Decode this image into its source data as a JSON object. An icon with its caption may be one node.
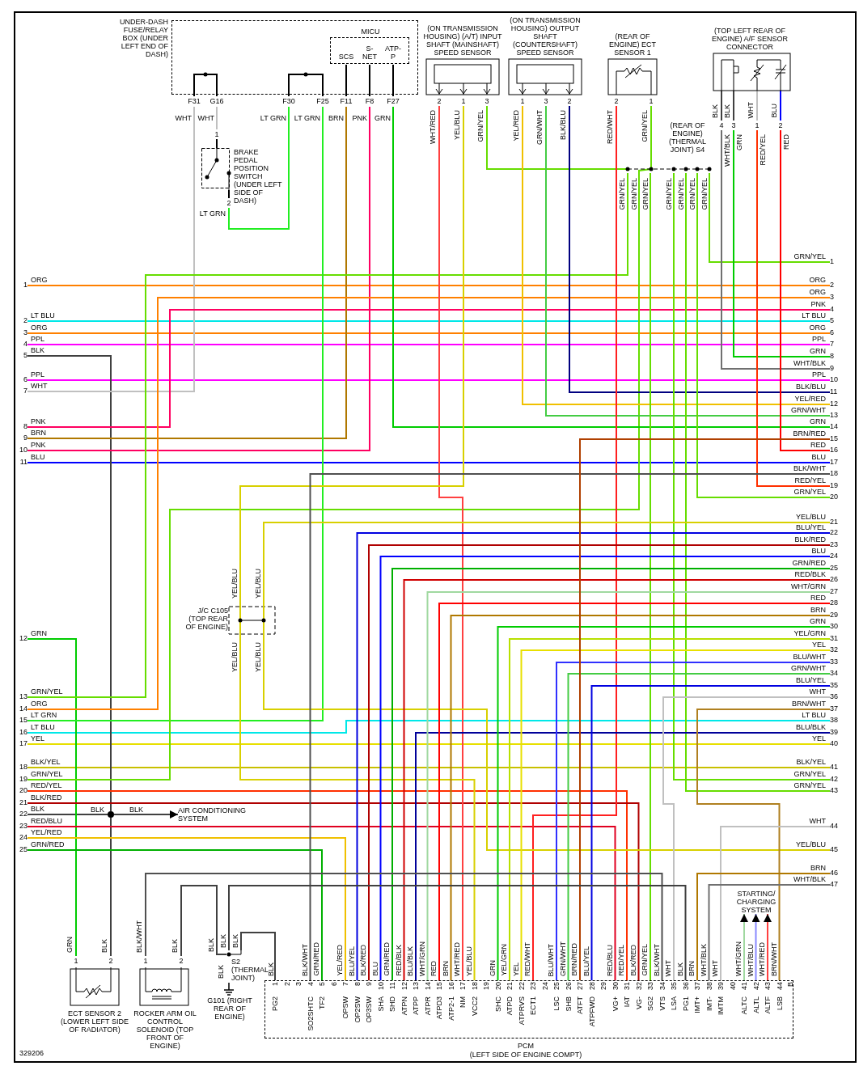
{
  "diagram": {
    "nodes": [
      {
        "text": [
          "UNDER-DASH FUSE/RELAY BOX (UNDER LEFT END OF DASH)"
        ]
      },
      {
        "text": [
          "MICU",
          "SCS",
          "S- NET",
          "ATP- P"
        ],
        "in": 0
      },
      {
        "text": [
          "F31"
        ],
        "beside": [
          "WHT"
        ]
      },
      {
        "text": [
          "G16"
        ],
        "beside": [
          "WHT"
        ]
      },
      {
        "text": [
          "F30"
        ],
        "beside": [
          "LT GRN"
        ]
      },
      {
        "text": [
          "F25"
        ],
        "beside": [
          "LT GRN"
        ]
      },
      {
        "text": [
          "F11"
        ],
        "beside": [
          "BRN"
        ]
      },
      {
        "text": [
          "F8"
        ],
        "beside": [
          "PNK"
        ]
      },
      {
        "text": [
          "F27"
        ],
        "beside": [
          "GRN"
        ]
      },
      {
        "text": [
          "BRAKE PEDAL POSITION SWITCH (UNDER LEFT SIDE OF DASH)"
        ]
      },
      {
        "text": [
          "1"
        ]
      },
      {
        "text": [
          "2"
        ],
        "beside": [
          "LT GRN"
        ]
      },
      {
        "text": [
          "(ON TRANSMISSION HOUSING) (A/T) INPUT SHAFT (MAINSHAFT) SPEED SENSOR"
        ]
      },
      {
        "text": [
          "2"
        ],
        "beside": [
          "WHT/RED"
        ]
      },
      {
        "text": [
          "1"
        ],
        "beside": [
          "YEL/BLU"
        ]
      },
      {
        "text": [
          "3"
        ],
        "beside": [
          "GRN/YEL"
        ]
      },
      {
        "text": [
          "(ON TRANSMISSION HOUSING) OUTPUT SHAFT (COUNTERSHAFT) SPEED SENSOR"
        ]
      },
      {
        "text": [
          "1"
        ],
        "beside": [
          "YEL/RED"
        ]
      },
      {
        "text": [
          "3"
        ],
        "beside": [
          "GRN/WHT"
        ]
      },
      {
        "text": [
          "2"
        ],
        "beside": [
          "BLK/BLU"
        ]
      },
      {
        "text": [
          "(REAR OF ENGINE) ECT SENSOR 1"
        ]
      },
      {
        "text": [
          "2"
        ],
        "beside": [
          "RED/WHT"
        ]
      },
      {
        "text": [
          "1"
        ]
      },
      {
        "text": [
          "(TOP LEFT REAR OF ENGINE) A/F SENSOR CONNECTOR"
        ]
      },
      {
        "text": [
          "4"
        ],
        "beside": [
          "WHT/BLK"
        ]
      },
      {
        "text": [
          "3"
        ],
        "beside": [
          "GRN"
        ]
      },
      {
        "text": [
          "1"
        ],
        "beside": [
          "RED/YEL"
        ]
      },
      {
        "text": [
          "2"
        ],
        "beside": [
          "RED"
        ]
      },
      {
        "text": [
          "(REAR OF ENGINE) (THERMAL JOINT) S4"
        ]
      },
      {
        "text": [
          "J/C C105 (TOP REAR OF ENGINE)"
        ]
      },
      {
        "text": [
          "AIR CONDITIONING SYSTEM"
        ]
      },
      {
        "text": [],
        "shape": "circle"
      },
      {
        "text": [
          "ECT SENSOR 2 (LOWER LEFT SIDE OF RADIATOR)"
        ]
      },
      {
        "text": [
          "1"
        ],
        "beside": [
          "GRN"
        ]
      },
      {
        "text": [
          "2"
        ],
        "beside": [
          "BLK"
        ]
      },
      {
        "text": [
          "ROCKER ARM OIL CONTROL SOLENOID (TOP FRONT OF ENGINE)"
        ]
      },
      {
        "text": [
          "1"
        ],
        "beside": [
          "BLK/WHT"
        ]
      },
      {
        "text": [
          "2"
        ],
        "beside": [
          "BLK"
        ]
      },
      {
        "text": [
          "S2 (THERMAL JOINT)"
        ]
      },
      {
        "text": [
          "G101 (RIGHT REAR OF ENGINE)"
        ]
      },
      {
        "text": [
          "STARTING/ CHARGING SYSTEM"
        ]
      },
      {
        "text": [
          "PCM",
          "(LEFT SIDE OF ENGINE COMPT)"
        ]
      },
      {
        "text": [
          "1",
          "PG2"
        ],
        "in": 41
      },
      {
        "text": [
          "2"
        ],
        "in": 41
      },
      {
        "text": [
          "3"
        ],
        "in": 41
      },
      {
        "text": [
          "4",
          "SO2SHTC"
        ],
        "in": 41,
        "beside": [
          "BLK/WHT"
        ]
      },
      {
        "text": [
          "5",
          "TF2"
        ],
        "in": 41,
        "beside": [
          "GRN/RED"
        ]
      },
      {
        "text": [
          "6"
        ],
        "in": 41
      },
      {
        "text": [
          "7",
          "OPSW"
        ],
        "in": 41,
        "beside": [
          "YEL/RED"
        ]
      },
      {
        "text": [
          "8",
          "OP2SW"
        ],
        "in": 41,
        "beside": [
          "BLU/YEL"
        ]
      },
      {
        "text": [
          "9",
          "OP3SW"
        ],
        "in": 41,
        "beside": [
          "BLK/RED"
        ]
      },
      {
        "text": [
          "10",
          "SHA"
        ],
        "in": 41,
        "beside": [
          "BLU"
        ]
      },
      {
        "text": [
          "11",
          "SHD"
        ],
        "in": 41,
        "beside": [
          "GRN/RED"
        ]
      },
      {
        "text": [
          "12",
          "ATPN"
        ],
        "in": 41,
        "beside": [
          "RED/BLK"
        ]
      },
      {
        "text": [
          "13",
          "ATPP"
        ],
        "in": 41,
        "beside": [
          "BLU/BLK"
        ]
      },
      {
        "text": [
          "14",
          "ATPR"
        ],
        "in": 41,
        "beside": [
          "WHT/GRN"
        ]
      },
      {
        "text": [
          "15",
          "ATPD3"
        ],
        "in": 41,
        "beside": [
          "RED"
        ]
      },
      {
        "text": [
          "16",
          "ATP2-1"
        ],
        "in": 41,
        "beside": [
          "BRN"
        ]
      },
      {
        "text": [
          "17",
          "NM"
        ],
        "in": 41,
        "beside": [
          "WHT/RED"
        ]
      },
      {
        "text": [
          "18",
          "VCC2"
        ],
        "in": 41,
        "beside": [
          "YEL/BLU"
        ]
      },
      {
        "text": [
          "19"
        ],
        "in": 41
      },
      {
        "text": [
          "20",
          "SHC"
        ],
        "in": 41,
        "beside": [
          "GRN"
        ]
      },
      {
        "text": [
          "21",
          "ATPD"
        ],
        "in": 41,
        "beside": [
          "YEL/GRN"
        ]
      },
      {
        "text": [
          "22",
          "ATPRVS"
        ],
        "in": 41,
        "beside": [
          "YEL"
        ]
      },
      {
        "text": [
          "23",
          "ECT1"
        ],
        "in": 41,
        "beside": [
          "RED/WHT"
        ]
      },
      {
        "text": [
          "24"
        ],
        "in": 41
      },
      {
        "text": [
          "25",
          "LSC"
        ],
        "in": 41,
        "beside": [
          "BLU/WHT"
        ]
      },
      {
        "text": [
          "26",
          "SHB"
        ],
        "in": 41,
        "beside": [
          "GRN/WHT"
        ]
      },
      {
        "text": [
          "27",
          "ATFT"
        ],
        "in": 41,
        "beside": [
          "BRN/RED"
        ]
      },
      {
        "text": [
          "28",
          "ATPFWD"
        ],
        "in": 41,
        "beside": [
          "BLU/YEL"
        ]
      },
      {
        "text": [
          "29"
        ],
        "in": 41
      },
      {
        "text": [
          "30",
          "VG+"
        ],
        "in": 41,
        "beside": [
          "RED/BLU"
        ]
      },
      {
        "text": [
          "31",
          "IAT"
        ],
        "in": 41,
        "beside": [
          "RED/YEL"
        ]
      },
      {
        "text": [
          "32",
          "VG-"
        ],
        "in": 41,
        "beside": [
          "BLK/RED"
        ]
      },
      {
        "text": [
          "33",
          "SG2"
        ],
        "in": 41,
        "beside": [
          "GRN/YEL"
        ]
      },
      {
        "text": [
          "34",
          "VTS"
        ],
        "in": 41,
        "beside": [
          "BLK/WHT"
        ]
      },
      {
        "text": [
          "35",
          "LSA"
        ],
        "in": 41,
        "beside": [
          "WHT"
        ]
      },
      {
        "text": [
          "36",
          "PG1"
        ],
        "in": 41,
        "beside": [
          "BLK"
        ]
      },
      {
        "text": [
          "37",
          "IMT+"
        ],
        "in": 41,
        "beside": [
          "BRN"
        ]
      },
      {
        "text": [
          "38",
          "IMT-"
        ],
        "in": 41,
        "beside": [
          "WHT/BLK"
        ]
      },
      {
        "text": [
          "39",
          "IMTM"
        ],
        "in": 41,
        "beside": [
          "WHT"
        ]
      },
      {
        "text": [
          "40"
        ],
        "in": 41
      },
      {
        "text": [
          "41",
          "ALTC"
        ],
        "in": 41,
        "beside": [
          "WHT/GRN"
        ]
      },
      {
        "text": [
          "42",
          "ALTL"
        ],
        "in": 41,
        "beside": [
          "WHT/BLU"
        ]
      },
      {
        "text": [
          "43",
          "ALTF"
        ],
        "in": 41,
        "beside": [
          "WHT/RED"
        ]
      },
      {
        "text": [
          "44",
          "LSB"
        ],
        "in": 41,
        "beside": [
          "BRN/WHT"
        ]
      },
      {
        "text": [
          "B"
        ],
        "in": 41
      },
      {
        "text": [
          "1"
        ],
        "beside": [
          "ORG"
        ]
      },
      {
        "text": [
          "2"
        ],
        "beside": [
          "LT BLU"
        ]
      },
      {
        "text": [
          "3"
        ],
        "beside": [
          "ORG"
        ]
      },
      {
        "text": [
          "4"
        ],
        "beside": [
          "PPL"
        ]
      },
      {
        "text": [
          "5"
        ],
        "beside": [
          "BLK"
        ]
      },
      {
        "text": [
          "6"
        ],
        "beside": [
          "PPL"
        ]
      },
      {
        "text": [
          "7"
        ],
        "beside": [
          "WHT"
        ]
      },
      {
        "text": [
          "8"
        ],
        "beside": [
          "PNK"
        ]
      },
      {
        "text": [
          "9"
        ],
        "beside": [
          "BRN"
        ]
      },
      {
        "text": [
          "10"
        ],
        "beside": [
          "PNK"
        ]
      },
      {
        "text": [
          "11"
        ],
        "beside": [
          "BLU"
        ]
      },
      {
        "text": [
          "12"
        ],
        "beside": [
          "GRN"
        ]
      },
      {
        "text": [
          "13"
        ],
        "beside": [
          "GRN/YEL"
        ]
      },
      {
        "text": [
          "14"
        ],
        "beside": [
          "ORG"
        ]
      },
      {
        "text": [
          "15"
        ],
        "beside": [
          "LT GRN"
        ]
      },
      {
        "text": [
          "16"
        ],
        "beside": [
          "LT BLU"
        ]
      },
      {
        "text": [
          "17"
        ],
        "beside": [
          "YEL"
        ]
      },
      {
        "text": [
          "18"
        ],
        "beside": [
          "BLK/YEL"
        ]
      },
      {
        "text": [
          "19"
        ],
        "beside": [
          "GRN/YEL"
        ]
      },
      {
        "text": [
          "20"
        ],
        "beside": [
          "RED/YEL"
        ]
      },
      {
        "text": [
          "21"
        ],
        "beside": [
          "BLK/RED"
        ]
      },
      {
        "text": [
          "22"
        ],
        "beside": [
          "BLK"
        ]
      },
      {
        "text": [
          "23"
        ],
        "beside": [
          "RED/BLU"
        ]
      },
      {
        "text": [
          "24"
        ],
        "beside": [
          "YEL/RED"
        ]
      },
      {
        "text": [
          "25"
        ],
        "beside": [
          "GRN/RED"
        ]
      },
      {
        "text": [
          "1"
        ],
        "beside": [
          "GRN/YEL"
        ]
      },
      {
        "text": [
          "2"
        ],
        "beside": [
          "ORG"
        ]
      },
      {
        "text": [
          "3"
        ],
        "beside": [
          "ORG"
        ]
      },
      {
        "text": [
          "4"
        ],
        "beside": [
          "PNK"
        ]
      },
      {
        "text": [
          "5"
        ],
        "beside": [
          "LT BLU"
        ]
      },
      {
        "text": [
          "6"
        ],
        "beside": [
          "ORG"
        ]
      },
      {
        "text": [
          "7"
        ],
        "beside": [
          "PPL"
        ]
      },
      {
        "text": [
          "8"
        ],
        "beside": [
          "GRN"
        ]
      },
      {
        "text": [
          "9"
        ],
        "beside": [
          "WHT/BLK"
        ]
      },
      {
        "text": [
          "10"
        ],
        "beside": [
          "PPL"
        ]
      },
      {
        "text": [
          "11"
        ],
        "beside": [
          "BLK/BLU"
        ]
      },
      {
        "text": [
          "12"
        ],
        "beside": [
          "YEL/RED"
        ]
      },
      {
        "text": [
          "13"
        ],
        "beside": [
          "GRN/WHT"
        ]
      },
      {
        "text": [
          "14"
        ],
        "beside": [
          "GRN"
        ]
      },
      {
        "text": [
          "15"
        ],
        "beside": [
          "BRN/RED"
        ]
      },
      {
        "text": [
          "16"
        ],
        "beside": [
          "RED"
        ]
      },
      {
        "text": [
          "17"
        ],
        "beside": [
          "BLU"
        ]
      },
      {
        "text": [
          "18"
        ],
        "beside": [
          "BLK/WHT"
        ]
      },
      {
        "text": [
          "19"
        ],
        "beside": [
          "RED/YEL"
        ]
      },
      {
        "text": [
          "20"
        ],
        "beside": [
          "GRN/YEL"
        ]
      },
      {
        "text": [
          "21"
        ],
        "beside": [
          "YEL/BLU"
        ]
      },
      {
        "text": [
          "22"
        ],
        "beside": [
          "BLU/YEL"
        ]
      },
      {
        "text": [
          "23"
        ],
        "beside": [
          "BLK/RED"
        ]
      },
      {
        "text": [
          "24"
        ],
        "beside": [
          "BLU"
        ]
      },
      {
        "text": [
          "25"
        ],
        "beside": [
          "GRN/RED"
        ]
      },
      {
        "text": [
          "26"
        ],
        "beside": [
          "RED/BLK"
        ]
      },
      {
        "text": [
          "27"
        ],
        "beside": [
          "WHT/GRN"
        ]
      },
      {
        "text": [
          "28"
        ],
        "beside": [
          "RED"
        ]
      },
      {
        "text": [
          "29"
        ],
        "beside": [
          "BRN"
        ]
      },
      {
        "text": [
          "30"
        ],
        "beside": [
          "GRN"
        ]
      },
      {
        "text": [
          "31"
        ],
        "beside": [
          "YEL/GRN"
        ]
      },
      {
        "text": [
          "32"
        ],
        "beside": [
          "YEL"
        ]
      },
      {
        "text": [
          "33"
        ],
        "beside": [
          "BLU/WHT"
        ]
      },
      {
        "text": [
          "34"
        ],
        "beside": [
          "GRN/WHT"
        ]
      },
      {
        "text": [
          "35"
        ],
        "beside": [
          "BLU/YEL"
        ]
      },
      {
        "text": [
          "36"
        ],
        "beside": [
          "WHT"
        ]
      },
      {
        "text": [
          "37"
        ],
        "beside": [
          "BRN/WHT"
        ]
      },
      {
        "text": [
          "38"
        ],
        "beside": [
          "LT BLU"
        ]
      },
      {
        "text": [
          "39"
        ],
        "beside": [
          "BLU/BLK"
        ]
      },
      {
        "text": [
          "40"
        ],
        "beside": [
          "YEL"
        ]
      },
      {
        "text": [
          "41"
        ],
        "beside": [
          "BLK/YEL"
        ]
      },
      {
        "text": [
          "42"
        ],
        "beside": [
          "GRN/YEL"
        ]
      },
      {
        "text": [
          "43"
        ],
        "beside": [
          "GRN/YEL"
        ]
      },
      {
        "text": [
          "44"
        ],
        "beside": [
          "WHT"
        ]
      },
      {
        "text": [
          "45"
        ],
        "beside": [
          "YEL/BLU"
        ]
      },
      {
        "text": [
          "46"
        ],
        "beside": [
          "BRN"
        ]
      },
      {
        "text": [
          "47"
        ],
        "beside": [
          "WHT/BLK"
        ]
      }
    ],
    "edges": [
      {
        "from": 87,
        "to": 113,
        "arrow": "none",
        "color": "#ff8000"
      },
      {
        "from": 88,
        "to": 116,
        "arrow": "none",
        "color": "#00e8e8"
      },
      {
        "from": 89,
        "to": 117,
        "arrow": "none",
        "color": "#ff8000"
      },
      {
        "from": 90,
        "to": 118,
        "arrow": "none",
        "color": "#ff00ff"
      },
      {
        "from": 92,
        "to": 121,
        "arrow": "none",
        "color": "#ff00ff"
      },
      {
        "from": 97,
        "to": 128,
        "arrow": "none",
        "color": "#0000ff"
      },
      {
        "from": 103,
        "to": 151,
        "arrow": "none",
        "color": "#e8e000"
      },
      {
        "from": 104,
        "to": 152,
        "arrow": "none",
        "color": "#c8c000"
      },
      {
        "from": 102,
        "to": 149,
        "arrow": "none",
        "color": "#00e8e8"
      },
      {
        "from": 91,
        "to": 31,
        "arrow": "none",
        "color": "#404040"
      },
      {
        "from": 31,
        "to": 34,
        "arrow": "none",
        "color": "#404040"
      },
      {
        "from": 108,
        "to": 31,
        "arrow": "none",
        "color": "#404040",
        "label": "BLK"
      },
      {
        "from": 31,
        "to": 30,
        "arrow": "to",
        "color": "#404040",
        "label": "BLK"
      },
      {
        "from": 93,
        "to": 2,
        "arrow": "none",
        "color": "#c0c0c0"
      },
      {
        "from": 94,
        "to": 115,
        "arrow": "none",
        "color": "#ff0060"
      },
      {
        "from": 95,
        "to": 6,
        "arrow": "none",
        "color": "#b07800"
      },
      {
        "from": 96,
        "to": 7,
        "arrow": "none",
        "color": "#ff0060"
      },
      {
        "from": 98,
        "to": 33,
        "arrow": "none",
        "color": "#00cc00"
      },
      {
        "from": 99,
        "to": 28,
        "arrow": "none",
        "color": "#66dd00",
        "label": "GRN/YEL"
      },
      {
        "from": 100,
        "to": 114,
        "arrow": "none",
        "color": "#ff8000"
      },
      {
        "from": 101,
        "to": 5,
        "arrow": "none",
        "color": "#22ee22"
      },
      {
        "from": 105,
        "to": 28,
        "arrow": "none",
        "color": "#66dd00",
        "label": "GRN/YEL"
      },
      {
        "from": 106,
        "to": 72,
        "arrow": "none",
        "color": "#ff3000"
      },
      {
        "from": 107,
        "to": 73,
        "arrow": "none",
        "color": "#b00000"
      },
      {
        "from": 109,
        "to": 71,
        "arrow": "none",
        "color": "#e00020"
      },
      {
        "from": 110,
        "to": 48,
        "arrow": "none",
        "color": "#f0c000"
      },
      {
        "from": 111,
        "to": 46,
        "arrow": "none",
        "color": "#00b000"
      },
      {
        "from": 3,
        "to": 10,
        "arrow": "none",
        "color": "#c0c0c0"
      },
      {
        "from": 4,
        "to": 11,
        "arrow": "none",
        "color": "#22ee22"
      },
      {
        "from": 8,
        "to": 125,
        "arrow": "none",
        "color": "#00cc00"
      },
      {
        "from": 13,
        "to": 58,
        "arrow": "none",
        "color": "#ff4040"
      },
      {
        "from": 14,
        "to": 29,
        "arrow": "none",
        "color": "#d8d000",
        "label": "YEL/BLU"
      },
      {
        "from": 15,
        "to": 28,
        "arrow": "none",
        "color": "#66dd00"
      },
      {
        "from": 17,
        "to": 123,
        "arrow": "none",
        "color": "#f0c000"
      },
      {
        "from": 18,
        "to": 124,
        "arrow": "none",
        "color": "#44cc44"
      },
      {
        "from": 19,
        "to": 122,
        "arrow": "none",
        "color": "#000080"
      },
      {
        "from": 21,
        "to": 64,
        "arrow": "none",
        "color": "#ff2020"
      },
      {
        "from": 22,
        "to": 28,
        "arrow": "none",
        "color": "#66dd00",
        "label": "GRN/YEL"
      },
      {
        "from": 28,
        "to": 74,
        "arrow": "none",
        "color": "#66dd00",
        "label": "GRN/YEL"
      },
      {
        "from": 28,
        "to": 112,
        "arrow": "none",
        "color": "#66dd00",
        "label": "GRN/YEL"
      },
      {
        "from": 28,
        "to": 131,
        "arrow": "none",
        "color": "#66dd00",
        "label": "GRN/YEL"
      },
      {
        "from": 28,
        "to": 154,
        "arrow": "none",
        "color": "#66dd00",
        "label": "GRN/YEL"
      },
      {
        "from": 28,
        "to": 153,
        "arrow": "none",
        "color": "#66dd00",
        "label": "GRN/YEL"
      },
      {
        "from": 24,
        "to": 120,
        "arrow": "none",
        "color": "#707070"
      },
      {
        "from": 25,
        "to": 119,
        "arrow": "none",
        "color": "#00cc00"
      },
      {
        "from": 26,
        "to": 130,
        "arrow": "none",
        "color": "#ff3000"
      },
      {
        "from": 27,
        "to": 127,
        "arrow": "none",
        "color": "#ff0000"
      },
      {
        "from": 29,
        "to": 132,
        "arrow": "none",
        "color": "#d8d000",
        "label": "YEL/BLU"
      },
      {
        "from": 29,
        "to": 59,
        "arrow": "none",
        "color": "#d8d000",
        "label": "YEL/BLU"
      },
      {
        "from": 29,
        "to": 156,
        "arrow": "none",
        "color": "#d8d000",
        "label": "YEL/BLU"
      },
      {
        "from": 45,
        "to": 129,
        "arrow": "none",
        "color": "#505050"
      },
      {
        "from": 49,
        "to": 133,
        "arrow": "none",
        "color": "#0000e0"
      },
      {
        "from": 50,
        "to": 134,
        "arrow": "none",
        "color": "#b00000"
      },
      {
        "from": 51,
        "to": 135,
        "arrow": "none",
        "color": "#0000ff"
      },
      {
        "from": 52,
        "to": 136,
        "arrow": "none",
        "color": "#00b000"
      },
      {
        "from": 53,
        "to": 137,
        "arrow": "none",
        "color": "#d00000"
      },
      {
        "from": 54,
        "to": 150,
        "arrow": "none",
        "color": "#000099"
      },
      {
        "from": 55,
        "to": 138,
        "arrow": "none",
        "color": "#a0d8a0"
      },
      {
        "from": 56,
        "to": 139,
        "arrow": "none",
        "color": "#ff0000"
      },
      {
        "from": 57,
        "to": 140,
        "arrow": "none",
        "color": "#b07800"
      },
      {
        "from": 61,
        "to": 141,
        "arrow": "none",
        "color": "#00cc00"
      },
      {
        "from": 62,
        "to": 142,
        "arrow": "none",
        "color": "#b8e000"
      },
      {
        "from": 63,
        "to": 143,
        "arrow": "none",
        "color": "#e8e000"
      },
      {
        "from": 66,
        "to": 144,
        "arrow": "none",
        "color": "#3030ff"
      },
      {
        "from": 67,
        "to": 145,
        "arrow": "none",
        "color": "#44cc44"
      },
      {
        "from": 68,
        "to": 126,
        "arrow": "none",
        "color": "#b04000"
      },
      {
        "from": 69,
        "to": 146,
        "arrow": "none",
        "color": "#0000e0"
      },
      {
        "from": 147,
        "to": 76,
        "arrow": "none",
        "color": "#c0c0c0"
      },
      {
        "from": 148,
        "to": 85,
        "arrow": "none",
        "color": "#b08020"
      },
      {
        "from": 155,
        "to": 80,
        "arrow": "none",
        "color": "#c0c0c0"
      },
      {
        "from": 157,
        "to": 78,
        "arrow": "none",
        "color": "#b07800"
      },
      {
        "from": 158,
        "to": 79,
        "arrow": "none",
        "color": "#707070"
      },
      {
        "from": 36,
        "to": 75,
        "arrow": "none",
        "color": "#505050"
      },
      {
        "from": 37,
        "to": 38,
        "arrow": "none",
        "color": "#404040",
        "label": "BLK"
      },
      {
        "from": 38,
        "to": 77,
        "arrow": "none",
        "color": "#404040",
        "label": "BLK"
      },
      {
        "from": 38,
        "to": 42,
        "arrow": "none",
        "color": "#404040",
        "label": "BLK"
      },
      {
        "from": 38,
        "to": 39,
        "arrow": "none",
        "color": "#404040",
        "label": "BLK",
        "style": "dashed"
      },
      {
        "from": 82,
        "to": 40,
        "arrow": "to",
        "color": "#a0d8a0"
      },
      {
        "from": 83,
        "to": 40,
        "arrow": "to",
        "color": "#8888ff"
      },
      {
        "from": 84,
        "to": 40,
        "arrow": "to",
        "color": "#ff4040"
      },
      {
        "from": 2,
        "to": 3,
        "arrow": "none",
        "color": "#000000"
      },
      {
        "from": 4,
        "to": 5,
        "arrow": "none",
        "color": "#000000"
      },
      {
        "from": 1,
        "to": 6,
        "arrow": "none",
        "color": "#000000"
      },
      {
        "from": 1,
        "to": 7,
        "arrow": "none",
        "color": "#000000"
      },
      {
        "from": 1,
        "to": 8,
        "arrow": "none",
        "color": "#000000"
      },
      {
        "from": 10,
        "to": 9,
        "arrow": "none",
        "color": "#000000"
      },
      {
        "from": 9,
        "to": 11,
        "arrow": "none",
        "color": "#000000"
      },
      {
        "from": 23,
        "to": 24,
        "arrow": "none",
        "color": "#404040",
        "label": "BLK"
      },
      {
        "from": 23,
        "to": 25,
        "arrow": "none",
        "color": "#404040",
        "label": "BLK"
      },
      {
        "from": 23,
        "to": 26,
        "arrow": "none",
        "color": "#c0c0c0",
        "label": "WHT"
      },
      {
        "from": 23,
        "to": 27,
        "arrow": "none",
        "color": "#0000ff",
        "label": "BLU"
      }
    ],
    "labels": [
      "BLK",
      "329206"
    ]
  }
}
